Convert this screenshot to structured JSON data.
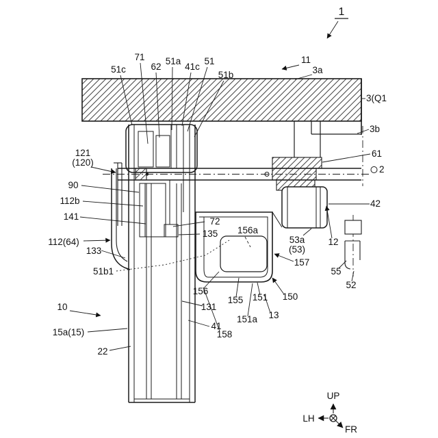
{
  "figure": {
    "type": "patent-sectional-drawing",
    "colors": {
      "line": "#1a1a1a",
      "background": "#ffffff",
      "hatch": "#444444",
      "label_text": "#111111"
    }
  },
  "labels": {
    "n1": "1",
    "n51c": "51c",
    "n71": "71",
    "n62": "62",
    "n51a": "51a",
    "n41c": "41c",
    "n51": "51",
    "n51b": "51b",
    "n11": "11",
    "n3a": "3a",
    "n3q1": "3(Q1",
    "n3b": "3b",
    "n61": "61",
    "n2": "2",
    "n42": "42",
    "n121": "121",
    "n120": "(120)",
    "n90": "90",
    "n112b": "112b",
    "n141": "141",
    "n112_64": "112(64)",
    "n133": "133",
    "n51b1": "51b1",
    "n10": "10",
    "n15a": "15a(15)",
    "n22": "22",
    "n72": "72",
    "n135": "135",
    "n156a": "156a",
    "n53a": "53a",
    "n53": "(53)",
    "n157": "157",
    "n12": "12",
    "n55": "55",
    "n52": "52",
    "n156": "156",
    "n155": "155",
    "n151": "151",
    "n150": "150",
    "n131": "131",
    "n151a": "151a",
    "n13": "13",
    "n41": "41",
    "n158": "158"
  },
  "compass": {
    "up": "UP",
    "lh": "LH",
    "fr": "FR"
  }
}
